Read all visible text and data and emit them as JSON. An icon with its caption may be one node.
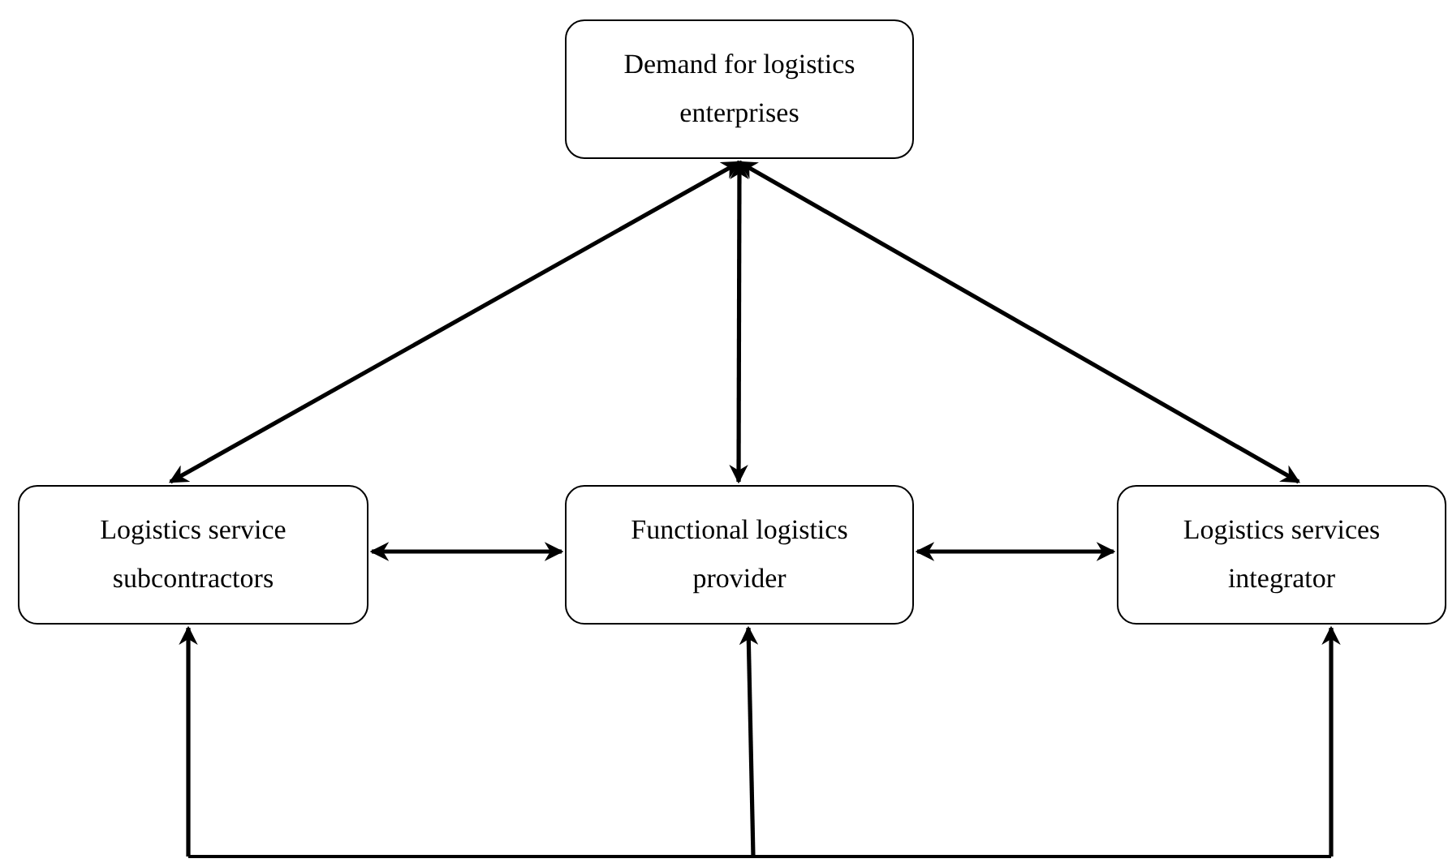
{
  "diagram": {
    "nodes": [
      {
        "text": [
          "Demand for logistics enterprises"
        ]
      },
      {
        "text": [
          "Logistics service subcontractors"
        ]
      },
      {
        "text": [
          "Functional logistics provider"
        ]
      },
      {
        "text": [
          "Logistics services integrator"
        ]
      }
    ],
    "edges": [
      {
        "from": 0,
        "to": 1,
        "arrow": "both"
      },
      {
        "from": 0,
        "to": 2,
        "arrow": "both"
      },
      {
        "from": 0,
        "to": 3,
        "arrow": "both"
      },
      {
        "from": 1,
        "to": 2,
        "arrow": "both"
      },
      {
        "from": 2,
        "to": 3,
        "arrow": "both"
      },
      {
        "from": null,
        "to": 1,
        "arrow": "to"
      },
      {
        "from": null,
        "to": 2,
        "arrow": "to"
      },
      {
        "from": null,
        "to": 3,
        "arrow": "to"
      }
    ]
  }
}
